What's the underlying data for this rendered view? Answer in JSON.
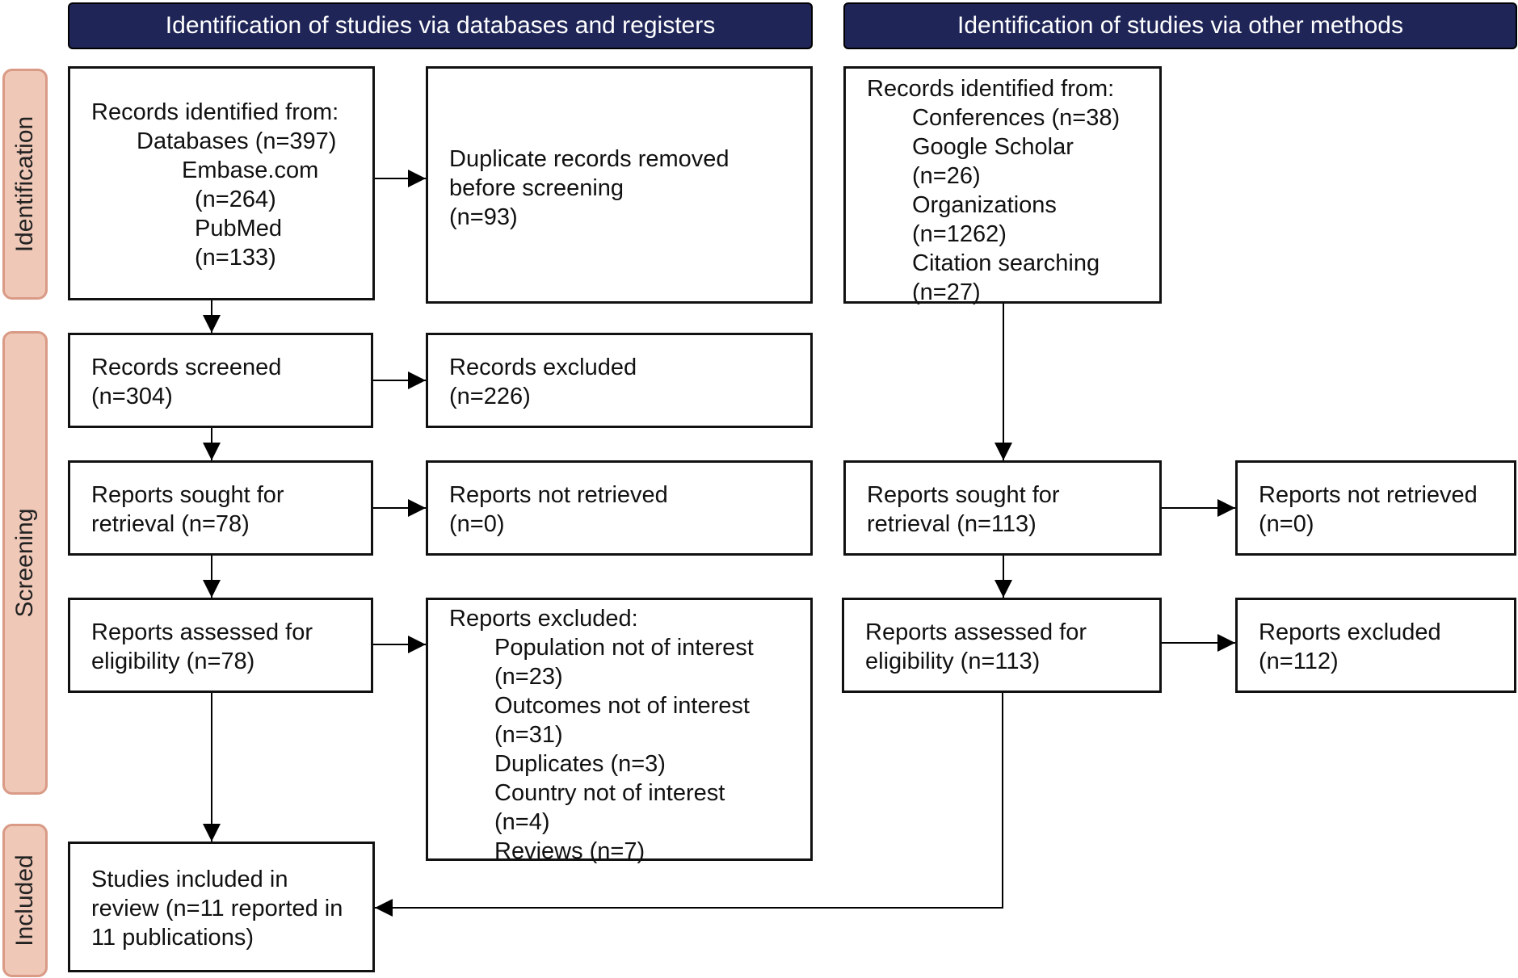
{
  "headers": {
    "databases": "Identification of studies via databases and registers",
    "other": "Identification of studies via other methods"
  },
  "phases": {
    "identification": "Identification",
    "screening": "Screening",
    "included": "Included"
  },
  "boxes": {
    "db_identified": {
      "title": "Records identified from:",
      "databases": "Databases (n=397)",
      "embase": "Embase.com",
      "embase_n": "(n=264)",
      "pubmed": "PubMed",
      "pubmed_n": "(n=133)"
    },
    "duplicates": {
      "line1": "Duplicate records removed",
      "line2": "before screening",
      "line3": "(n=93)"
    },
    "other_identified": {
      "title": "Records identified from:",
      "conferences": "Conferences (n=38)",
      "scholar": "Google Scholar",
      "scholar_n": "(n=26)",
      "organizations": "Organizations",
      "organizations_n": "(n=1262)",
      "citation": "Citation searching",
      "citation_n": "(n=27)"
    },
    "screened": {
      "line1": "Records screened",
      "line2": "(n=304)"
    },
    "excluded": {
      "line1": "Records excluded",
      "line2": "(n=226)"
    },
    "db_sought": {
      "line1": "Reports sought for",
      "line2": "retrieval (n=78)"
    },
    "db_not_retrieved": {
      "line1": "Reports not retrieved",
      "line2": "(n=0)"
    },
    "other_sought": {
      "line1": "Reports sought for",
      "line2": "retrieval (n=113)"
    },
    "other_not_retrieved": {
      "line1": "Reports not retrieved",
      "line2": "(n=0)"
    },
    "db_assessed": {
      "line1": "Reports assessed for",
      "line2": "eligibility (n=78)"
    },
    "db_reports_excluded": {
      "title": "Reports excluded:",
      "population": "Population not of interest",
      "population_n": "(n=23)",
      "outcomes": "Outcomes not of interest",
      "outcomes_n": "(n=31)",
      "duplicates": "Duplicates (n=3)",
      "country": "Country not of interest",
      "country_n": "(n=4)",
      "reviews": "Reviews (n=7)"
    },
    "other_assessed": {
      "line1": "Reports assessed for",
      "line2": "eligibility (n=113)"
    },
    "other_reports_excluded": {
      "line1": "Reports excluded",
      "line2": "(n=112)"
    },
    "included": {
      "line1": "Studies included in",
      "line2": "review (n=11 reported in",
      "line3": "11 publications)"
    }
  },
  "colors": {
    "header_bg": "#1f2557",
    "phase_bg": "#efc8b8",
    "phase_border": "#d99a86"
  }
}
